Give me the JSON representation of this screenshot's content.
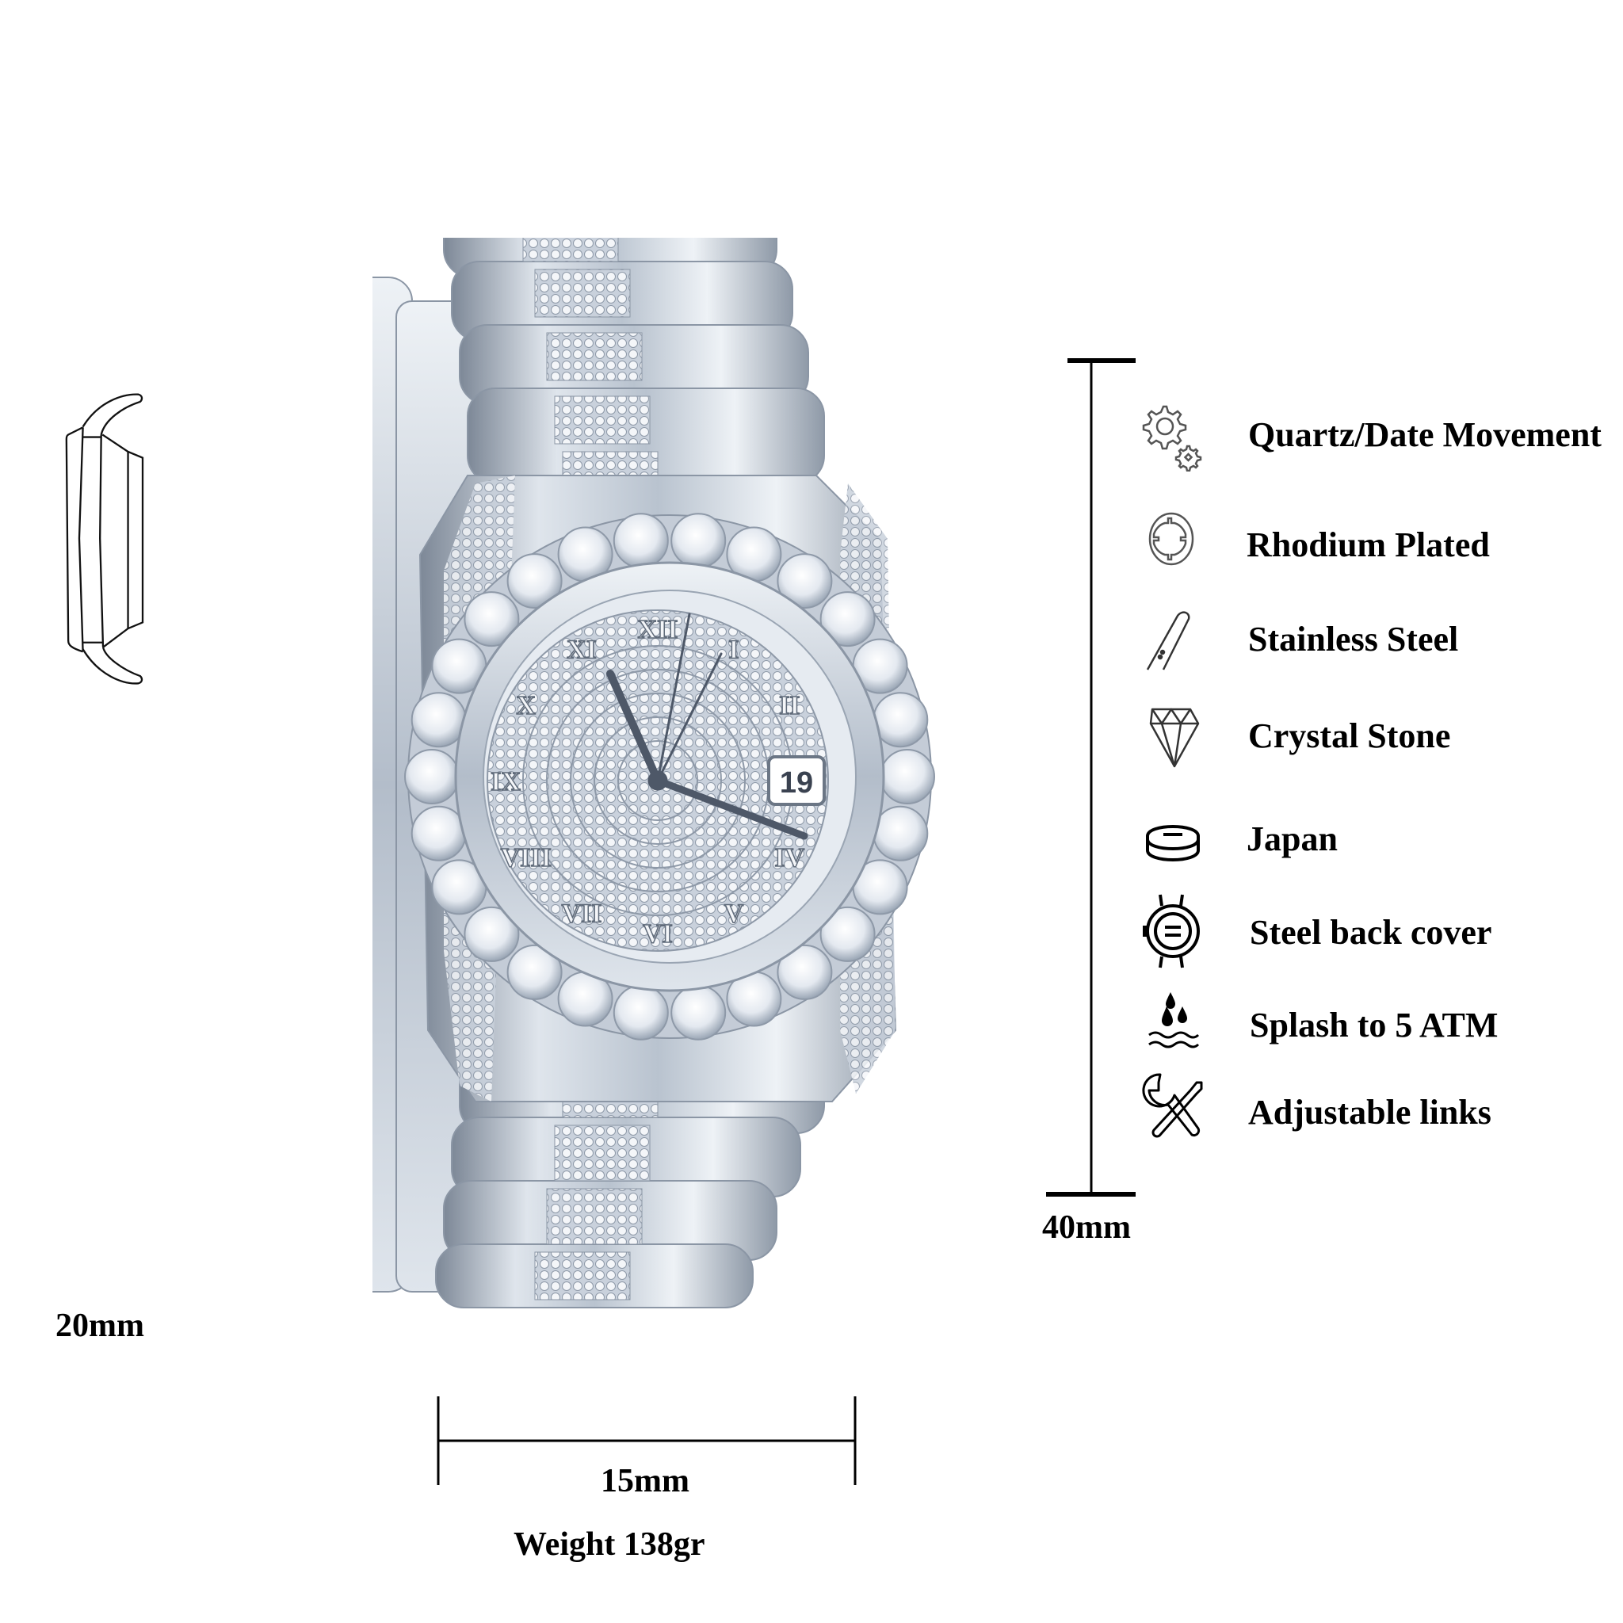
{
  "product": {
    "type": "iced-out wristwatch",
    "date_window_value": "19",
    "dial_numerals": [
      "XII",
      "I",
      "II",
      "IV",
      "V",
      "VI",
      "VII",
      "VIII",
      "IX",
      "X",
      "XI"
    ]
  },
  "dimensions": {
    "side_thickness": "20mm",
    "case_height": "40mm",
    "strap_width": "15mm",
    "weight": "Weight 138gr"
  },
  "features": [
    {
      "icon": "gears-icon",
      "label": "Quartz/Date Movement"
    },
    {
      "icon": "ring-plating-icon",
      "label": "Rhodium Plated"
    },
    {
      "icon": "strap-icon",
      "label": "Stainless Steel"
    },
    {
      "icon": "diamond-icon",
      "label": "Crystal Stone"
    },
    {
      "icon": "battery-cell-icon",
      "label": "Japan"
    },
    {
      "icon": "watch-back-icon",
      "label": "Steel back cover"
    },
    {
      "icon": "water-drops-icon",
      "label": "Splash to 5 ATM"
    },
    {
      "icon": "tools-icon",
      "label": "Adjustable links"
    }
  ],
  "colors": {
    "text": "#000000",
    "background": "#ffffff",
    "metal_light": "#e8edf3",
    "metal_mid": "#b9c3cf",
    "metal_dark": "#7d8897"
  }
}
